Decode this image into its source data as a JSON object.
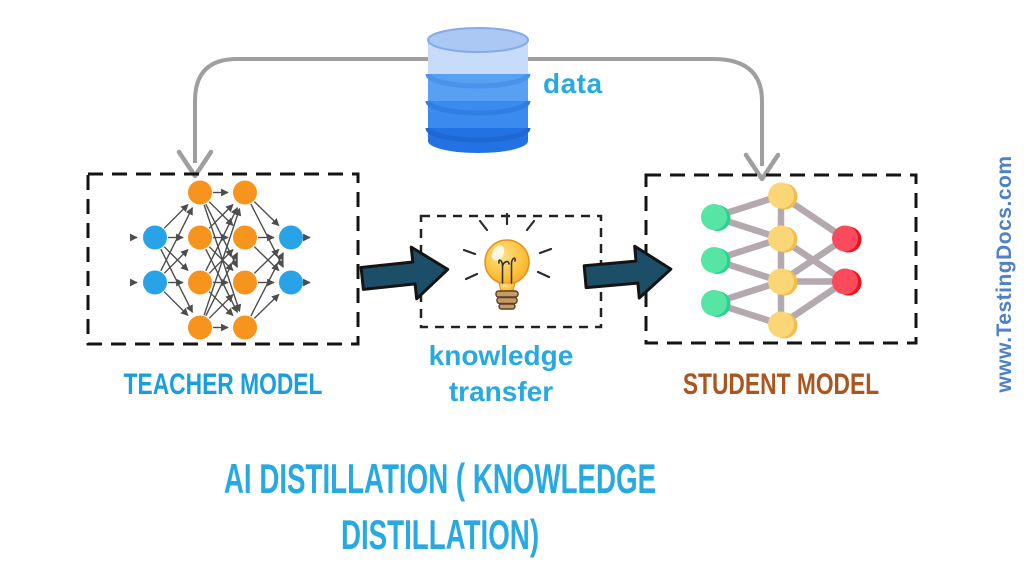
{
  "diagram": {
    "database": {
      "label": "data",
      "label_color": "#29a9e1",
      "top_color": "#abc7f3",
      "top_stroke": "#86abe9",
      "band_colors": [
        "#c6dcfa",
        "#57a0f2",
        "#3b8af0",
        "#2272e4"
      ],
      "separator_colors": [
        "#4a92ea",
        "#2f7fe0",
        "#1f67d2"
      ]
    },
    "connector_color": "#9f9f9f",
    "teacher": {
      "label": "TEACHER MODEL",
      "label_color": "#1a9fdd",
      "layers": [
        2,
        4,
        4,
        2
      ],
      "layer_colors": [
        "#29a3e8",
        "#f7941e",
        "#f7941e",
        "#29a3e8"
      ],
      "edge_color": "#4d4d4d"
    },
    "student": {
      "label": "STUDENT MODEL",
      "label_color": "#a9561f",
      "layers": [
        3,
        4,
        2
      ],
      "node_colors": [
        "#57e5a6",
        "#fbd677",
        "#fa4b5c"
      ],
      "node_shadow_colors": [
        "#2dd08d",
        "#f3bd4e",
        "#f2101f"
      ],
      "edge_color": "#b5a9b0",
      "edges_l0_l1": [
        [
          0,
          0
        ],
        [
          0,
          1
        ],
        [
          1,
          1
        ],
        [
          1,
          2
        ],
        [
          2,
          2
        ],
        [
          2,
          3
        ]
      ],
      "edges_l1_l2": [
        [
          0,
          0
        ],
        [
          2,
          0
        ],
        [
          1,
          1
        ],
        [
          2,
          1
        ],
        [
          3,
          1
        ]
      ]
    },
    "transfer": {
      "line1": "knowledge",
      "line2": "transfer",
      "label_color": "#29a9e1"
    },
    "arrow_color": "#1d4e68",
    "title": {
      "line1": "AI DISTILLATION ( KNOWLEDGE",
      "line2": "DISTILLATION)",
      "color": "#29a9e1"
    },
    "watermark": {
      "text": "www.TestingDocs.com",
      "color": "#4f81c7"
    }
  }
}
